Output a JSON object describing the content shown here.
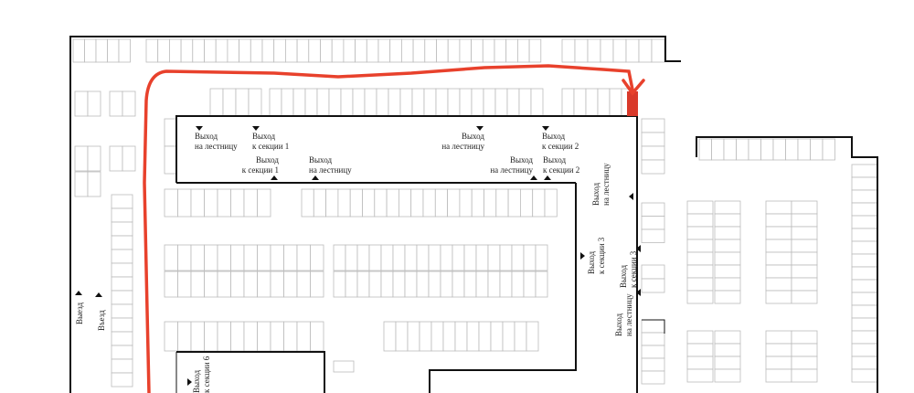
{
  "plan": {
    "labels": {
      "exit_stairs": [
        "Выход",
        "на лестницу"
      ],
      "exit_section_1": [
        "Выход",
        "к секции 1"
      ],
      "exit_section_2": [
        "Выход",
        "к секции 2"
      ],
      "exit_section_3": [
        "Выход",
        "к секции 3"
      ],
      "exit_section_6": [
        "Выход",
        "к секции 6"
      ],
      "vehicle_exit": "Выезд",
      "vehicle_entry": "Въезд"
    },
    "colors": {
      "route": "#e8412c",
      "highlighted_stall": "#d9392a",
      "walls": "#111111",
      "stall_outline": "#bbbbbb"
    },
    "icons": [
      "triangle-arrow-icon",
      "route-arrow-icon"
    ]
  }
}
